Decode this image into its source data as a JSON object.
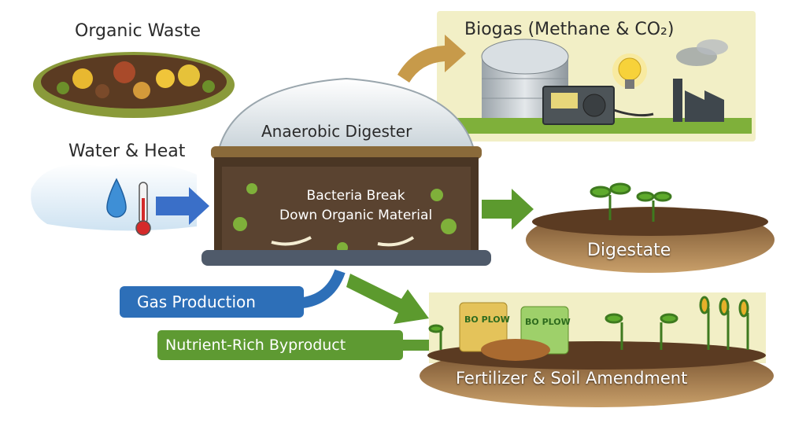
{
  "labels": {
    "organic_waste": "Organic Waste",
    "water_heat": "Water & Heat",
    "biogas": "Biogas (Methane & CO₂)",
    "digester": "Anaerobic Digester",
    "bacteria_line1": "Bacteria Break",
    "bacteria_line2": "Down Organic Material",
    "digestate": "Digestate",
    "gas_production": "Gas Production",
    "nutrient_byproduct": "Nutrient-Rich Byproduct",
    "fertilizer": "Fertilizer & Soil Amendment",
    "bag_brand_1": "BO PLOW",
    "bag_brand_2": "BO PLOW"
  },
  "colors": {
    "gas_arrow": "#c79a4a",
    "green_arrow": "#5c9a2e",
    "blue_arrow": "#3a6fc8",
    "gas_banner": "#2d6fb8",
    "nutrient_banner": "#5e9a32",
    "soil": "#6b4a2b",
    "digester_body": "#4a3624",
    "digester_dome": "#e8edf0",
    "biogas_panel": "#f2efc6"
  },
  "icons": [
    "water-drop-icon",
    "thermometer-icon",
    "light-bulb-icon",
    "factory-icon",
    "generator-icon",
    "gas-tank-icon",
    "plant-icon",
    "fertilizer-bag-icon"
  ]
}
